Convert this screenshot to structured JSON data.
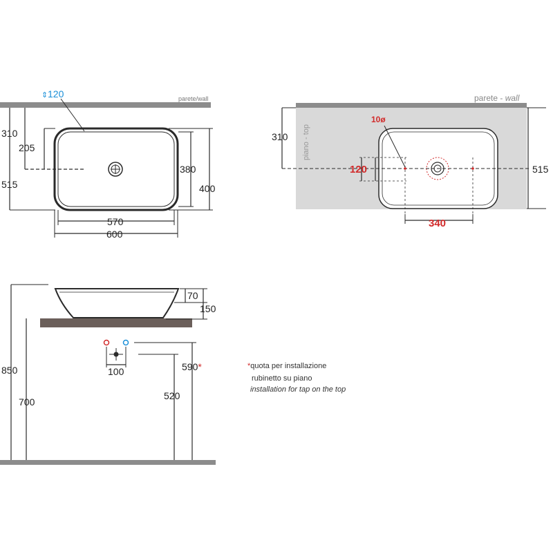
{
  "colors": {
    "line": "#2a2a2a",
    "wall": "#8c8c8c",
    "top_panel": "#d9d9d9",
    "counter": "#6b5f5a",
    "accent_blue": "#1a8fd8",
    "accent_red": "#d12a2a"
  },
  "plan_view": {
    "wall_label": "parete/wall",
    "height_mark": "120",
    "dims": {
      "d310": "310",
      "d205": "205",
      "d515": "515",
      "d380": "380",
      "d400": "400",
      "d570": "570",
      "d600": "600"
    }
  },
  "top_view": {
    "wall_label_it": "parete - ",
    "wall_label_en": "wall",
    "top_label": "piano - top",
    "dims": {
      "d310": "310",
      "d515": "515",
      "hole": "10ø",
      "d120": "120",
      "d340": "340"
    }
  },
  "side_view": {
    "dims": {
      "d70": "70",
      "d150": "150",
      "d850": "850",
      "d700": "700",
      "d100": "100",
      "d520": "520",
      "d590": "590",
      "star": "*"
    }
  },
  "note": {
    "star": "*",
    "line1": "quota per installazione",
    "line2": "rubinetto su piano",
    "line3": "installation for tap on the top"
  }
}
